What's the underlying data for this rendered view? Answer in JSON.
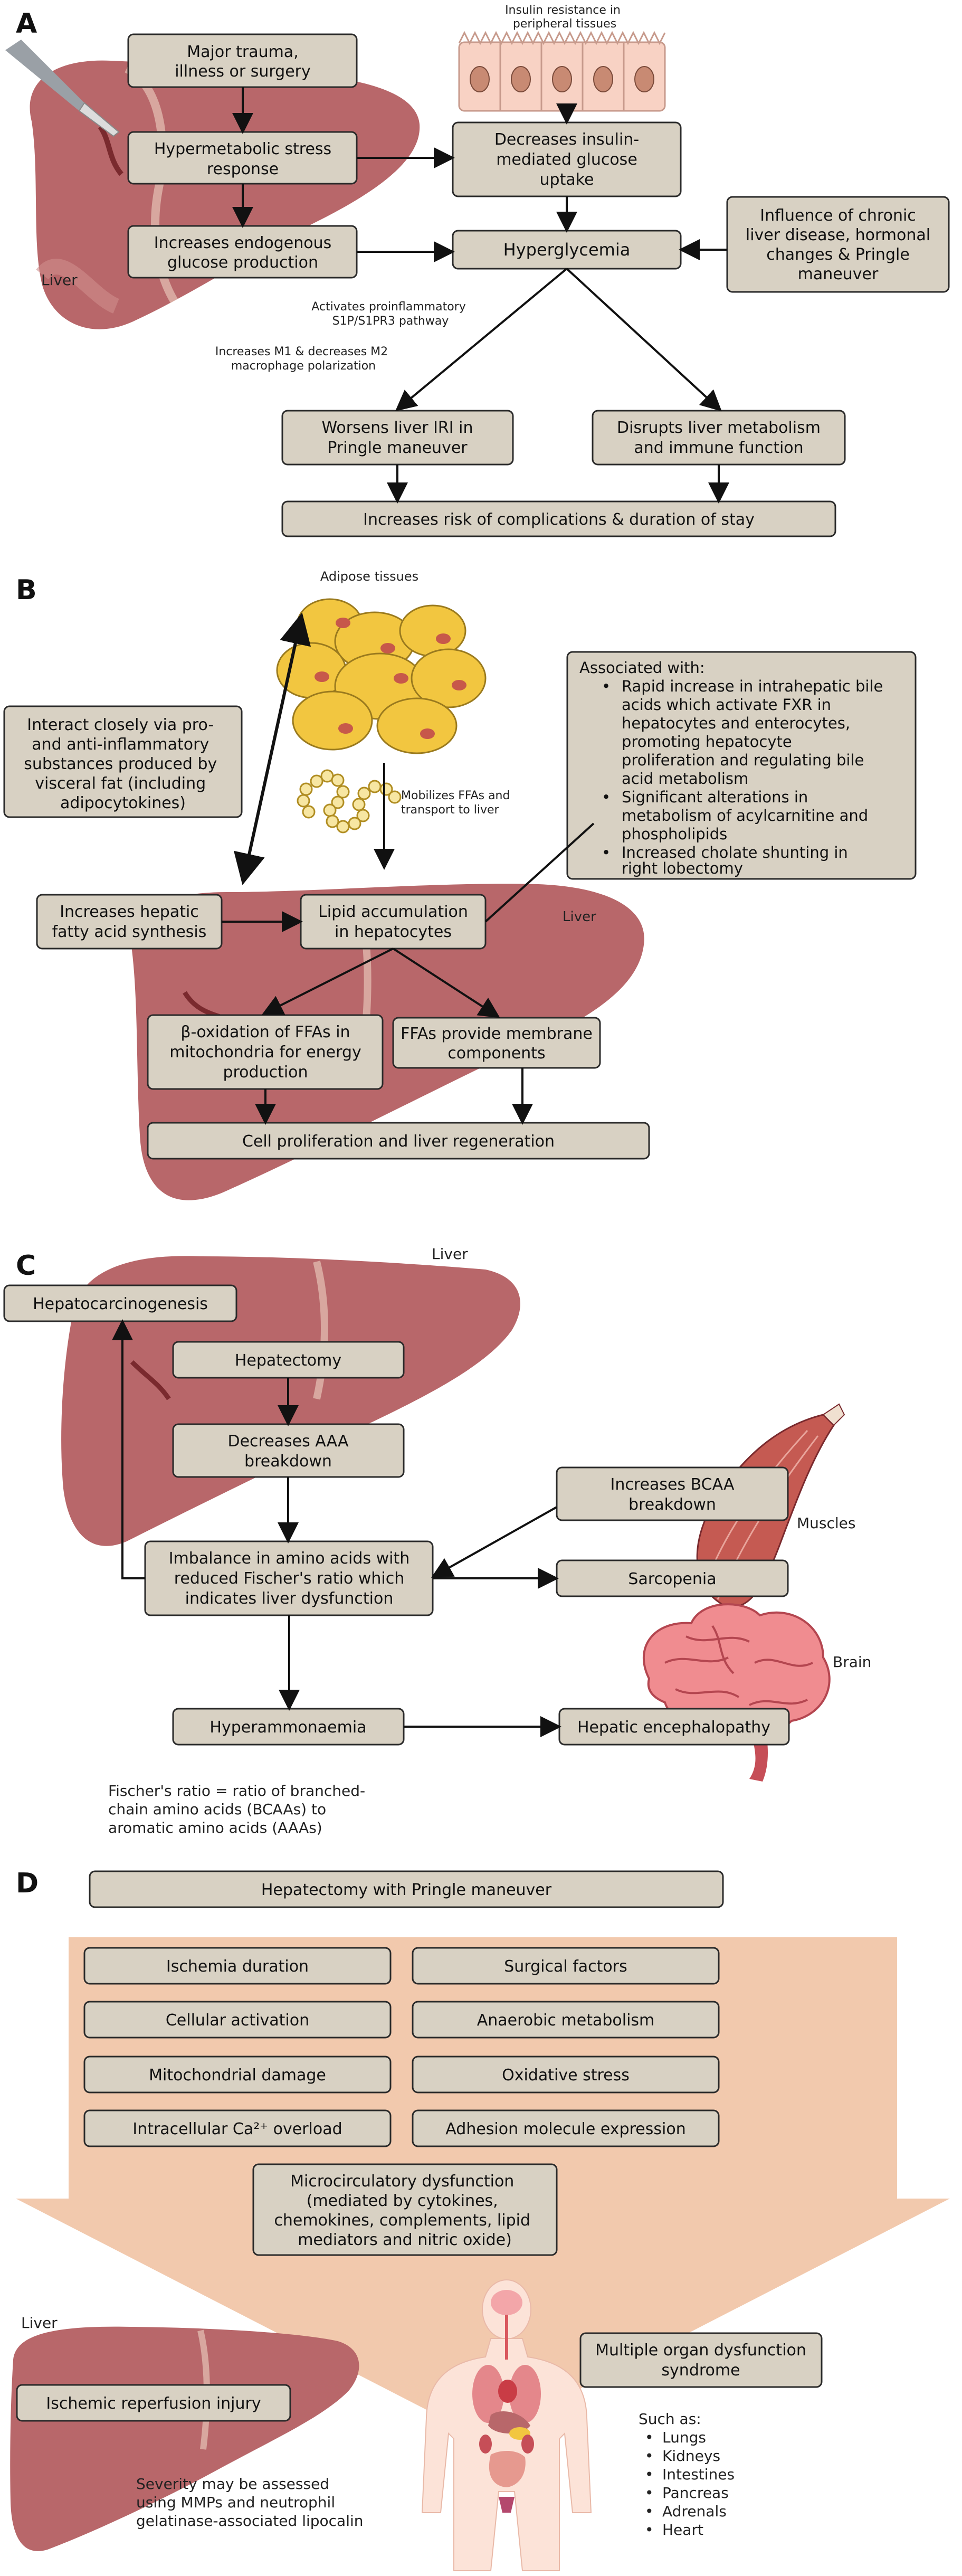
{
  "colors": {
    "box_fill": "#d8d1c3",
    "box_stroke": "#2a2a2a",
    "liver": "#b8676a",
    "liver_light": "#cf8d8c",
    "fat": "#f2c640",
    "fat_nucleus": "#c7584a",
    "muscle": "#c55a52",
    "brain": "#f08c90",
    "funnel": "#f2c9ad",
    "body": "#fce3d8"
  },
  "panels": [
    {
      "label": "A",
      "liver_label": "Liver",
      "annotations": {
        "insulin_resistance": [
          "Insulin resistance in",
          "peripheral tissues"
        ],
        "s1p": [
          "Activates proinflammatory",
          "S1P/S1PR3 pathway"
        ],
        "m1m2": [
          "Increases M1 & decreases M2",
          "macrophage polarization"
        ]
      },
      "boxes": {
        "trauma": [
          "Major trauma,",
          "illness or surgery"
        ],
        "hypermetabolic": [
          "Hypermetabolic stress",
          "response"
        ],
        "endogenous": [
          "Increases endogenous",
          "glucose production"
        ],
        "decreases_uptake": [
          "Decreases insulin-",
          "mediated glucose",
          "uptake"
        ],
        "hyperglycemia": [
          "Hyperglycemia"
        ],
        "chronic": [
          "Influence of chronic",
          "liver disease, hormonal",
          "changes & Pringle",
          "maneuver"
        ],
        "worsens": [
          "Worsens liver IRI in",
          "Pringle maneuver"
        ],
        "disrupts": [
          "Disrupts liver metabolism",
          "and immune function"
        ],
        "risk": [
          "Increases risk of complications & duration of stay"
        ]
      }
    },
    {
      "label": "B",
      "liver_label": "Liver",
      "annotations": {
        "adipose": [
          "Adipose tissues"
        ],
        "mobilizes": [
          "Mobilizes FFAs and",
          "transport to liver"
        ]
      },
      "boxes": {
        "interact": [
          "Interact closely via pro-",
          "and anti-inflammatory",
          "substances produced by",
          "visceral fat (including",
          "adipocytokines)"
        ],
        "associated_title": "Associated with:",
        "associated_bullets": [
          [
            "Rapid increase in intrahepatic bile",
            "acids which activate FXR in",
            "hepatocytes and enterocytes,",
            "promoting hepatocyte",
            "proliferation and regulating bile",
            "acid metabolism"
          ],
          [
            "Significant alterations in",
            "metabolism of acylcarnitine and",
            "phospholipids"
          ],
          [
            "Increased cholate shunting in",
            "right lobectomy"
          ]
        ],
        "fatty_acid": [
          "Increases hepatic",
          "fatty acid synthesis"
        ],
        "lipid": [
          "Lipid accumulation",
          "in hepatocytes"
        ],
        "beta_ox": [
          "β-oxidation of FFAs in",
          "mitochondria for energy",
          "production"
        ],
        "membrane": [
          "FFAs provide membrane",
          "components"
        ],
        "proliferation": [
          "Cell proliferation and liver regeneration"
        ]
      }
    },
    {
      "label": "C",
      "liver_label": "Liver",
      "muscles_label": "Muscles",
      "brain_label": "Brain",
      "footnote": [
        "Fischer's ratio = ratio of branched-",
        "chain amino acids (BCAAs) to",
        "aromatic amino acids (AAAs)"
      ],
      "boxes": {
        "hepatocarcinogenesis": [
          "Hepatocarcinogenesis"
        ],
        "hepatectomy": [
          "Hepatectomy"
        ],
        "aaa": [
          "Decreases AAA",
          "breakdown"
        ],
        "bcaa": [
          "Increases BCAA",
          "breakdown"
        ],
        "imbalance": [
          "Imbalance in amino acids with",
          "reduced Fischer's ratio which",
          "indicates liver dysfunction"
        ],
        "sarcopenia": [
          "Sarcopenia"
        ],
        "hyperammonaemia": [
          "Hyperammonaemia"
        ],
        "encephalopathy": [
          "Hepatic encephalopathy"
        ]
      }
    },
    {
      "label": "D",
      "liver_label": "Liver",
      "boxes": {
        "pringle": [
          "Hepatectomy with Pringle maneuver"
        ],
        "factors": [
          "Ischemia duration",
          "Surgical factors",
          "Cellular activation",
          "Anaerobic metabolism",
          "Mitochondrial damage",
          "Oxidative stress",
          "Intracellular Ca²⁺ overload",
          "Adhesion molecule expression"
        ],
        "microcirculatory": [
          "Microcirculatory dysfunction",
          "(mediated by cytokines,",
          "chemokines, complements, lipid",
          "mediators and nitric oxide)"
        ],
        "iri": [
          "Ischemic reperfusion injury"
        ],
        "mods": [
          "Multiple organ dysfunction",
          "syndrome"
        ]
      },
      "severity": [
        "Severity may be assessed",
        "using MMPs and neutrophil",
        "gelatinase-associated lipocalin"
      ],
      "such_as_title": "Such as:",
      "organs": [
        "Lungs",
        "Kidneys",
        "Intestines",
        "Pancreas",
        "Adrenals",
        "Heart"
      ]
    }
  ]
}
